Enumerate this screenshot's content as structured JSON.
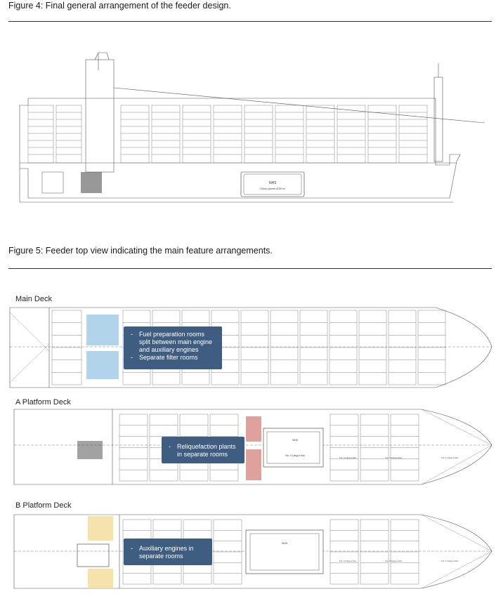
{
  "figure4": {
    "caption": "Figure 4: Final general arrangement of the feeder design.",
    "tank_label": "NH3",
    "tank_sublabel": "Gross volume 4100 m³"
  },
  "figure5": {
    "caption": "Figure 5: Feeder top view indicating the main feature arrangements."
  },
  "decks": [
    {
      "label": "Main Deck",
      "callout": [
        "Fuel preparation rooms split between main engine and auxiliary engines",
        "Separate filter rooms"
      ],
      "highlight_color": "#a8cfe8"
    },
    {
      "label": "A Platform Deck",
      "callout": [
        "Reliquefaction plants in separate rooms"
      ],
      "highlight_color": "#d9908a",
      "tank_label": "NH3",
      "hold_labels": [
        "No. 4 Cargo Hold",
        "No. 3 Cargo Hold",
        "No. 2 Cargo Hold",
        "No. 1 Cargo Hold"
      ]
    },
    {
      "label": "B Platform Deck",
      "callout": [
        "Auxiliary engines in separate rooms"
      ],
      "highlight_color": "#f4dfa3",
      "tank_label": "NH3",
      "hold_labels": [
        "No. 3 Cargo Hold",
        "No. 2 Cargo Hold",
        "No. 1 Cargo Hold"
      ]
    }
  ],
  "colors": {
    "line": "#555555",
    "callout_bg": "#3f5d80"
  }
}
